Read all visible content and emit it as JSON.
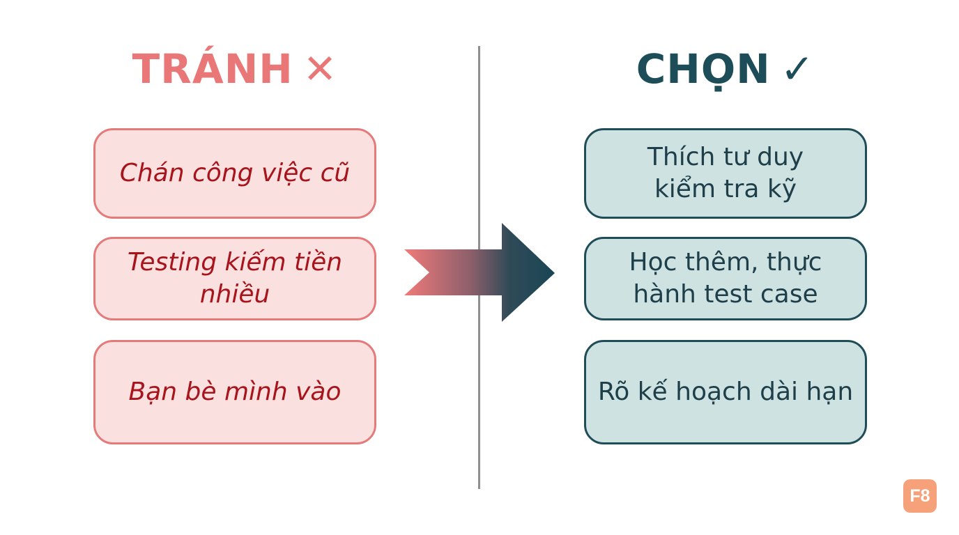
{
  "left": {
    "heading": "TRÁNH",
    "heading_mark": "✕",
    "items": [
      "Chán công việc cũ",
      "Testing kiếm tiền nhiều",
      "Bạn bè mình vào"
    ]
  },
  "right": {
    "heading": "CHỌN",
    "heading_mark": "✓",
    "items": [
      "Thích tư duy kiểm tra kỹ",
      "Học thêm, thực hành test case",
      "Rõ kế hoạch dài hạn"
    ]
  },
  "logo": {
    "text": "F8"
  },
  "colors": {
    "avoid_accent": "#ea7777",
    "avoid_fill": "#fbe0e0",
    "avoid_text": "#a8141c",
    "choose_accent": "#1d4d58",
    "choose_fill": "#cfe2e2",
    "logo_bg": "#f7a17a"
  }
}
